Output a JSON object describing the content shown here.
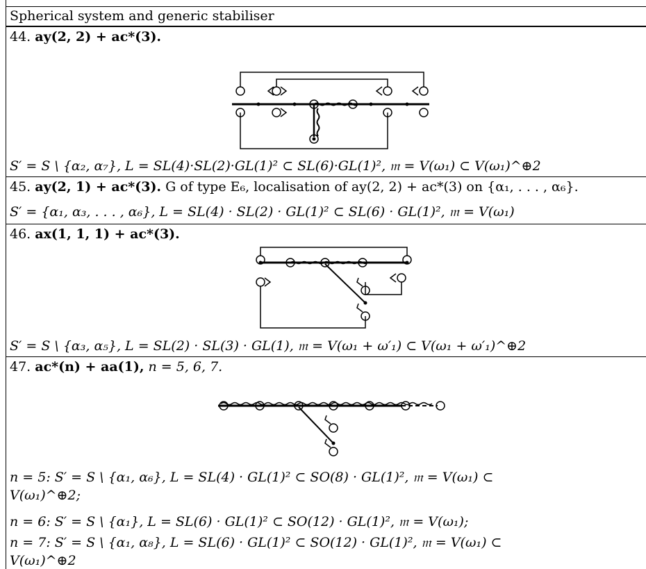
{
  "header": "Spherical system and generic stabiliser",
  "entries": [
    {
      "id": "44.",
      "title_bold": "ay(2, 2) + ac*(3).",
      "lines": [
        "S′ = S \\ {α₂, α₇}, L = SL(4)·SL(2)·GL(1)² ⊂ SL(6)·GL(1)², 𝔪 = V(ω₁) ⊂ V(ω₁)^⊕2"
      ]
    },
    {
      "id": "45.",
      "title_bold": "ay(2, 1) + ac*(3).",
      "title_rest": " G of type E₆, localisation of ay(2, 2) + ac*(3) on {α₁, . . . , α₆}.",
      "lines": [
        "S′ = {α₁, α₃, . . . , α₆}, L = SL(4) · SL(2) · GL(1)² ⊂ SL(6) · GL(1)², 𝔪 = V(ω₁)"
      ]
    },
    {
      "id": "46.",
      "title_bold": "ax(1, 1, 1) + ac*(3).",
      "lines": [
        "S′ = S \\ {α₃, α₅}, L = SL(2) · SL(3) · GL(1), 𝔪 = V(ω₁ + ω′₁) ⊂ V(ω₁ + ω′₁)^⊕2"
      ]
    },
    {
      "id": "47.",
      "title_bold": "ac*(n) + aa(1),",
      "title_rest": " n = 5, 6, 7.",
      "lines": [
        "n = 5: S′ = S \\ {α₁, α₆}, L = SL(4) · GL(1)² ⊂ SO(8) · GL(1)², 𝔪 = V(ω₁) ⊂",
        "V(ω₁)^⊕2;",
        "n = 6: S′ = S \\ {α₁}, L = SL(6) · GL(1)² ⊂ SO(12) · GL(1)², 𝔪 = V(ω₁);",
        "n = 7: S′ = S \\ {α₁, α₈}, L = SL(6) · GL(1)² ⊂ SO(12) · GL(1)², 𝔪 = V(ω₁) ⊂",
        "V(ω₁)^⊕2"
      ]
    }
  ]
}
